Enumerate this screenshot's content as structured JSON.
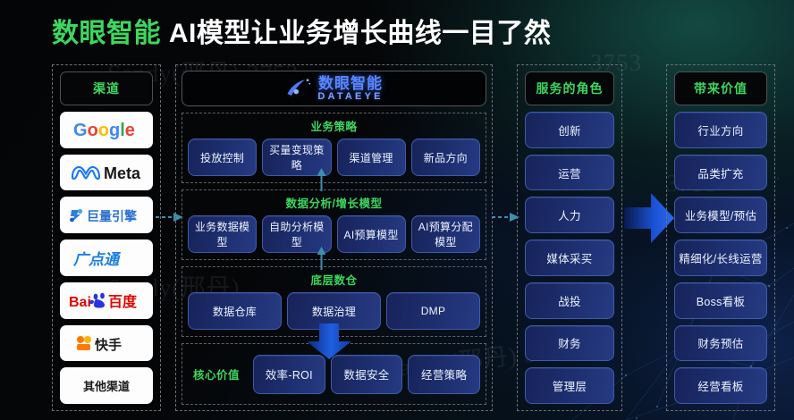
{
  "title": {
    "brand": "数眼智能",
    "rest": "AI模型让业务增长曲线一目了然"
  },
  "colors": {
    "brand_green": "#3ed65f",
    "logo_blue": "#5b86ff",
    "card_blue": "#1d2e6e",
    "card_border": "#3f5ba8",
    "arrow_blue": "#1f5fe0",
    "dashed_border": "#6b6f74",
    "background": "#050608"
  },
  "watermarks": [
    "Sandy(邢丹) 3753",
    "3753",
    "Sandy(邢丹)",
    "Sandy(邢丹) 3753",
    "3753"
  ],
  "channels": {
    "header": "渠道",
    "items": [
      {
        "label": "Google",
        "icon": "google-logo"
      },
      {
        "label": "Meta",
        "icon": "meta-logo"
      },
      {
        "label": "巨量引擎",
        "icon": "juliang-logo"
      },
      {
        "label": "广点通",
        "icon": "guangdiantong-logo"
      },
      {
        "label": "百度",
        "icon": "baidu-logo"
      },
      {
        "label": "快手",
        "icon": "kuaishou-logo"
      },
      {
        "label": "其他渠道",
        "icon": "text-only"
      }
    ]
  },
  "logo": {
    "cn": "数眼智能",
    "en": "DATAEYE",
    "icon": "dataeye-eye-logo"
  },
  "sections": [
    {
      "title": "业务策略",
      "items": [
        "投放控制",
        "买量变现策略",
        "渠道管理",
        "新品方向"
      ]
    },
    {
      "title": "数据分析/增长模型",
      "items": [
        "业务数据模型",
        "自助分析模型",
        "AI预算模型",
        "AI预算分配模型"
      ]
    },
    {
      "title": "底层数仓",
      "items": [
        "数据仓库",
        "数据治理",
        "DMP"
      ]
    }
  ],
  "core_value": {
    "label": "核心价值",
    "items": [
      "效率-ROI",
      "数据安全",
      "经营策略"
    ]
  },
  "roles": {
    "header": "服务的角色",
    "items": [
      "创新",
      "运营",
      "人力",
      "媒体采买",
      "战投",
      "财务",
      "管理层"
    ]
  },
  "values": {
    "header": "带来价值",
    "items": [
      "行业方向",
      "品类扩充",
      "业务模型/预估",
      "精细化/长线运营",
      "Boss看板",
      "财务预估",
      "经营看板"
    ]
  }
}
